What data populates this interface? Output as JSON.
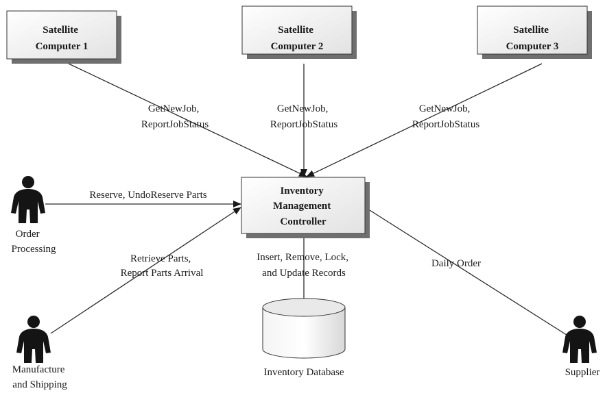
{
  "nodes": {
    "satellite1": {
      "lines": [
        "Satellite",
        "Computer 1"
      ]
    },
    "satellite2": {
      "lines": [
        "Satellite",
        "Computer 2"
      ]
    },
    "satellite3": {
      "lines": [
        "Satellite",
        "Computer 3"
      ]
    },
    "controller": {
      "lines": [
        "Inventory",
        "Management",
        "Controller"
      ]
    },
    "database": {
      "label": "Inventory Database"
    }
  },
  "actors": {
    "order_processing": {
      "lines": [
        "Order",
        "Processing"
      ]
    },
    "manufacture_shipping": {
      "lines": [
        "Manufacture",
        "and Shipping"
      ]
    },
    "supplier": {
      "lines": [
        "Supplier"
      ]
    }
  },
  "edges": {
    "sat1_to_controller": [
      "GetNewJob,",
      "ReportJobStatus"
    ],
    "sat2_to_controller": [
      "GetNewJob,",
      "ReportJobStatus"
    ],
    "sat3_to_controller": [
      "GetNewJob,",
      "ReportJobStatus"
    ],
    "order_to_controller": [
      "Reserve, UndoReserve Parts"
    ],
    "manufacture_to_controller": [
      "Retrieve Parts,",
      "Report Parts Arrival"
    ],
    "controller_to_database": [
      "Insert, Remove, Lock,",
      "and Update Records"
    ],
    "controller_to_supplier": [
      "Daily Order"
    ]
  }
}
